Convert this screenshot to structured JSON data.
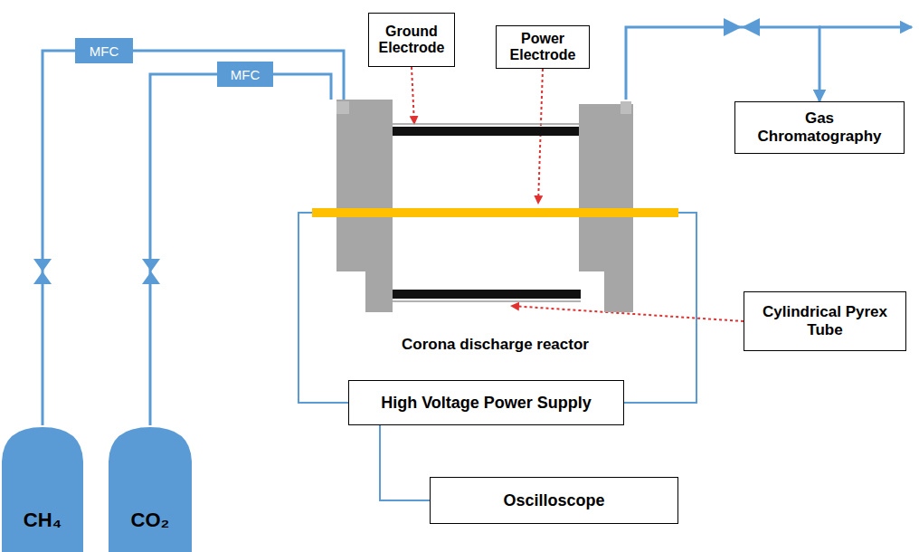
{
  "diagram": {
    "nodes": [
      {
        "text": [
          "CH₄"
        ]
      },
      {
        "text": [
          "CO₂"
        ]
      },
      {
        "text": [
          "MFC"
        ]
      },
      {
        "text": [
          "MFC"
        ]
      },
      {
        "text": [
          "Corona discharge reactor"
        ]
      },
      {
        "text": [
          "Ground Electrode"
        ]
      },
      {
        "text": [
          "Power Electrode"
        ]
      },
      {
        "text": [
          "Gas Chromatography"
        ]
      },
      {
        "text": [
          "Cylindrical Pyrex Tube"
        ]
      },
      {
        "text": [
          "High Voltage Power Supply"
        ]
      },
      {
        "text": [
          "Oscilloscope"
        ]
      }
    ],
    "edges": [
      {
        "from": 0,
        "to": 2,
        "arrow": "none"
      },
      {
        "from": 2,
        "to": 4,
        "arrow": "none"
      },
      {
        "from": 1,
        "to": 3,
        "arrow": "none"
      },
      {
        "from": 3,
        "to": 4,
        "arrow": "none"
      },
      {
        "from": 4,
        "to": 7,
        "arrow": "to"
      },
      {
        "from": 5,
        "to": 4,
        "arrow": "to"
      },
      {
        "from": 6,
        "to": 4,
        "arrow": "to"
      },
      {
        "from": 8,
        "to": 4,
        "arrow": "to"
      },
      {
        "from": 9,
        "to": 4,
        "arrow": "none"
      },
      {
        "from": 9,
        "to": 4,
        "arrow": "none"
      },
      {
        "from": 10,
        "to": 9,
        "arrow": "none"
      }
    ]
  }
}
